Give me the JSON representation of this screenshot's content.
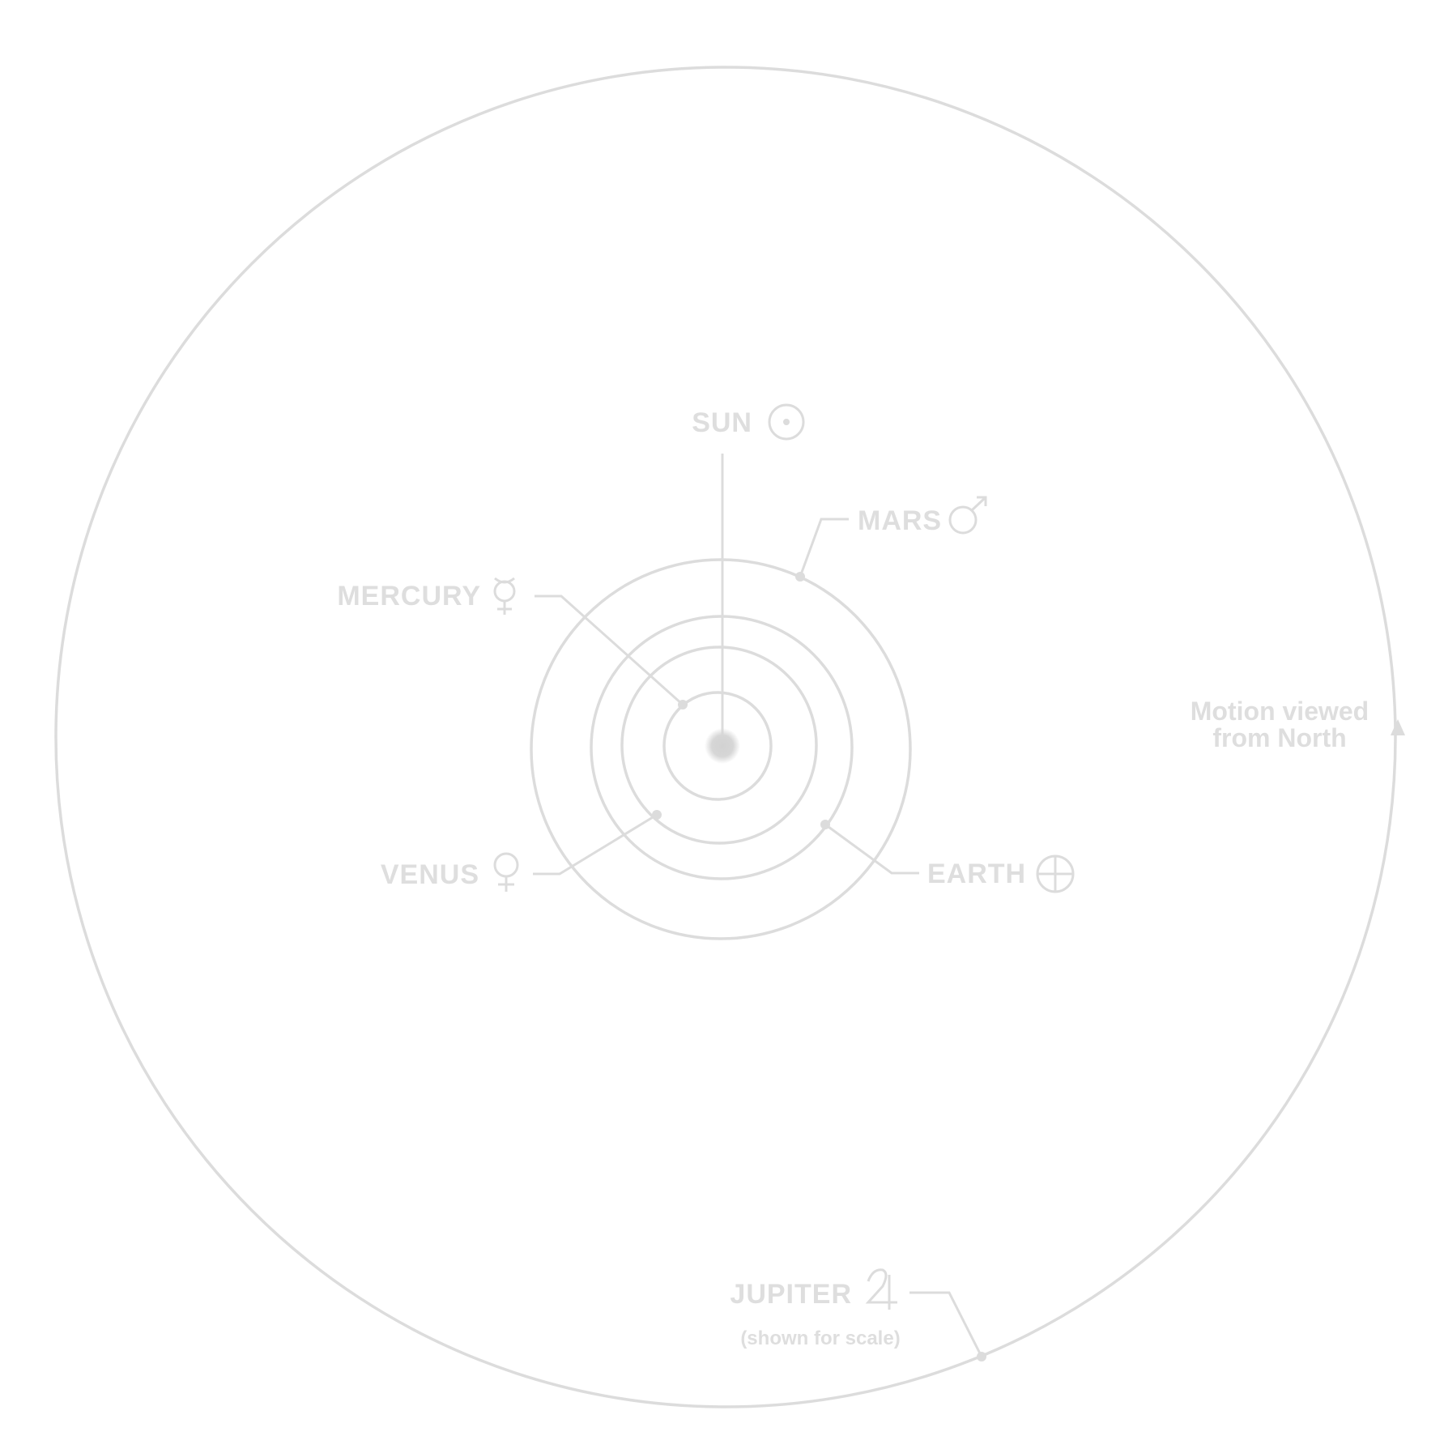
{
  "colors": {
    "line": "#dcdcdc",
    "text": "#dedede",
    "sun": "#d4d4d4",
    "background": "#ffffff"
  },
  "sun": {
    "label": "SUN",
    "symbol": "sun-symbol"
  },
  "planets": [
    {
      "key": "mercury",
      "label": "MERCURY",
      "symbol": "mercury-symbol"
    },
    {
      "key": "venus",
      "label": "VENUS",
      "symbol": "venus-symbol"
    },
    {
      "key": "earth",
      "label": "EARTH",
      "symbol": "earth-symbol"
    },
    {
      "key": "mars",
      "label": "MARS",
      "symbol": "mars-symbol"
    },
    {
      "key": "jupiter",
      "label": "JUPITER",
      "symbol": "jupiter-symbol",
      "note": "(shown for scale)"
    }
  ],
  "motion_note": {
    "line1": "Motion viewed",
    "line2": "from North"
  }
}
